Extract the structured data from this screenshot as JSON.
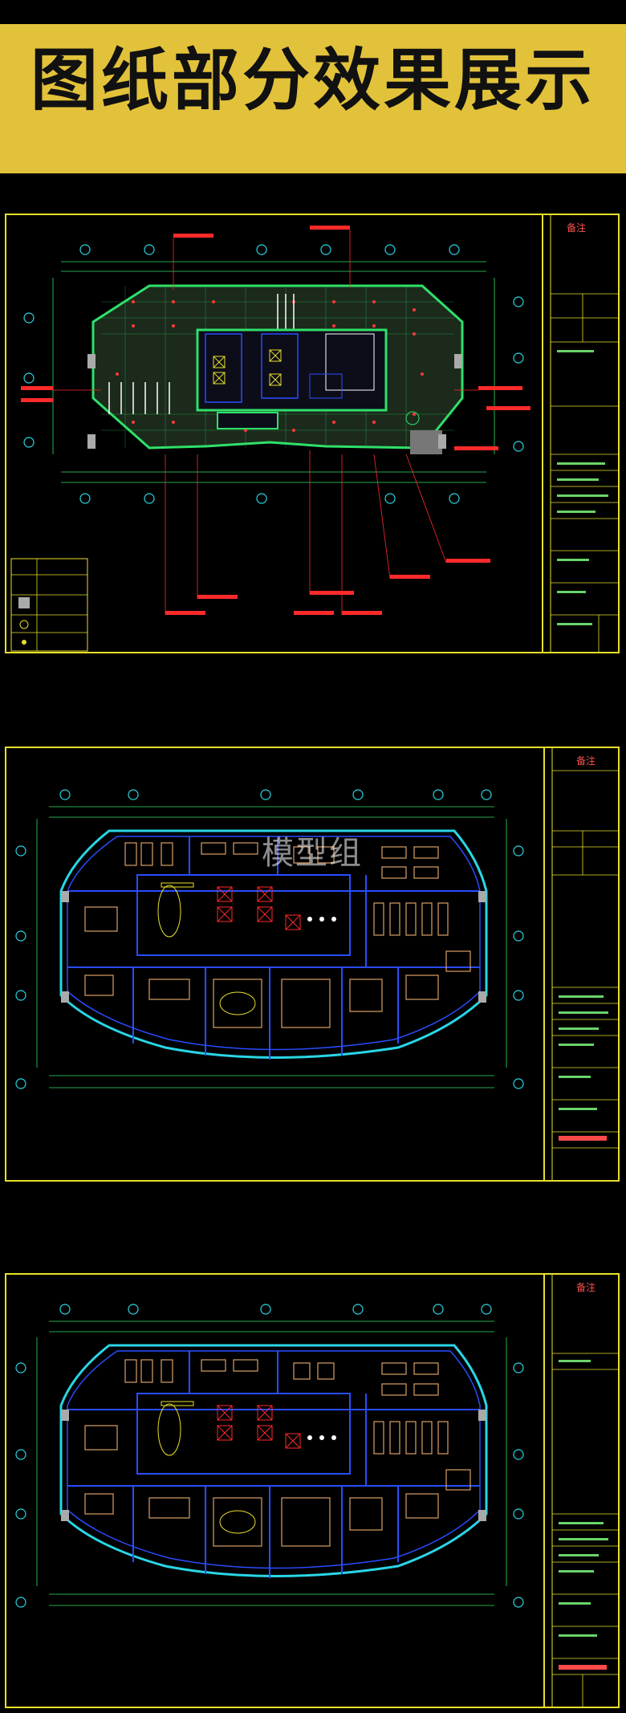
{
  "banner": {
    "title": "图纸部分效果展示"
  },
  "drawings": [
    {
      "title_block_header": "备注",
      "watermark": ""
    },
    {
      "title_block_header": "备注",
      "watermark": "模型组"
    },
    {
      "title_block_header": "备注",
      "watermark": ""
    }
  ],
  "colors": {
    "banner": "#e2c23a",
    "frame": "#e8e02a",
    "wall": "#2fe06a",
    "blue": "#2a4cff",
    "cyan": "#29d6e6",
    "red": "#ff2a2a",
    "furniture": "#d9a066"
  }
}
